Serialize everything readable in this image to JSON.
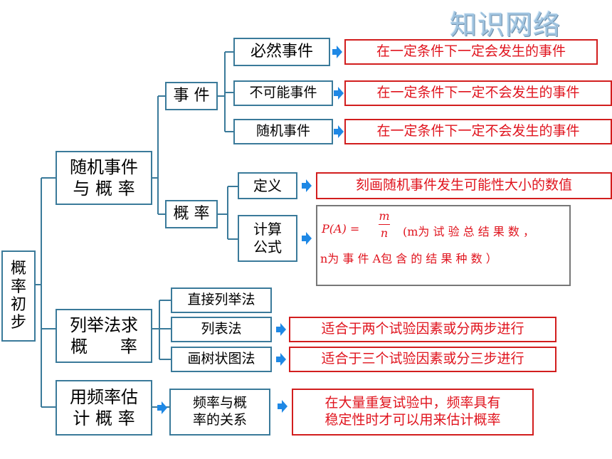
{
  "title": "知识网络",
  "root": "概\n率\n初\n步",
  "branch1": {
    "label": "随机事件\n与 概 率",
    "events": {
      "label": "事 件",
      "items": [
        {
          "label": "必然事件",
          "desc": "在一定条件下一定会发生的事件"
        },
        {
          "label": "不可能事件",
          "desc": "在一定条件下一定不会发生的事件"
        },
        {
          "label": "随机事件",
          "desc": "在一定条件下一定不会发生的事件"
        }
      ]
    },
    "probability": {
      "label": "概 率",
      "definition": {
        "label": "定义",
        "desc": "刻画随机事件发生可能性大小的数值"
      },
      "formula": {
        "label": "计算\n公式",
        "lhs": "P(A) =",
        "numerator": "m",
        "denominator": "n",
        "line1_rest": "(m为 试 验 总 结 果 数 ，",
        "line2": "n为 事 件 A包 含 的 结 果 种 数 ）"
      }
    }
  },
  "branch2": {
    "label": "列举法求\n概      率",
    "methods": [
      {
        "label": "直接列举法",
        "desc": ""
      },
      {
        "label": "列表法",
        "desc": "适合于两个试验因素或分两步进行"
      },
      {
        "label": "画树状图法",
        "desc": "适合于三个试验因素或分三步进行"
      }
    ]
  },
  "branch3": {
    "label": "用频率估\n计 概 率",
    "relation": {
      "label": "频率与概\n率的关系",
      "desc": "在大量重复试验中，频率具有\n稳定性时才可以用来估计概率"
    }
  },
  "colors": {
    "box_border": "#3a7a9a",
    "red": "#e0141e",
    "arrow": "#1e88e5",
    "title": "#9fc3df"
  }
}
